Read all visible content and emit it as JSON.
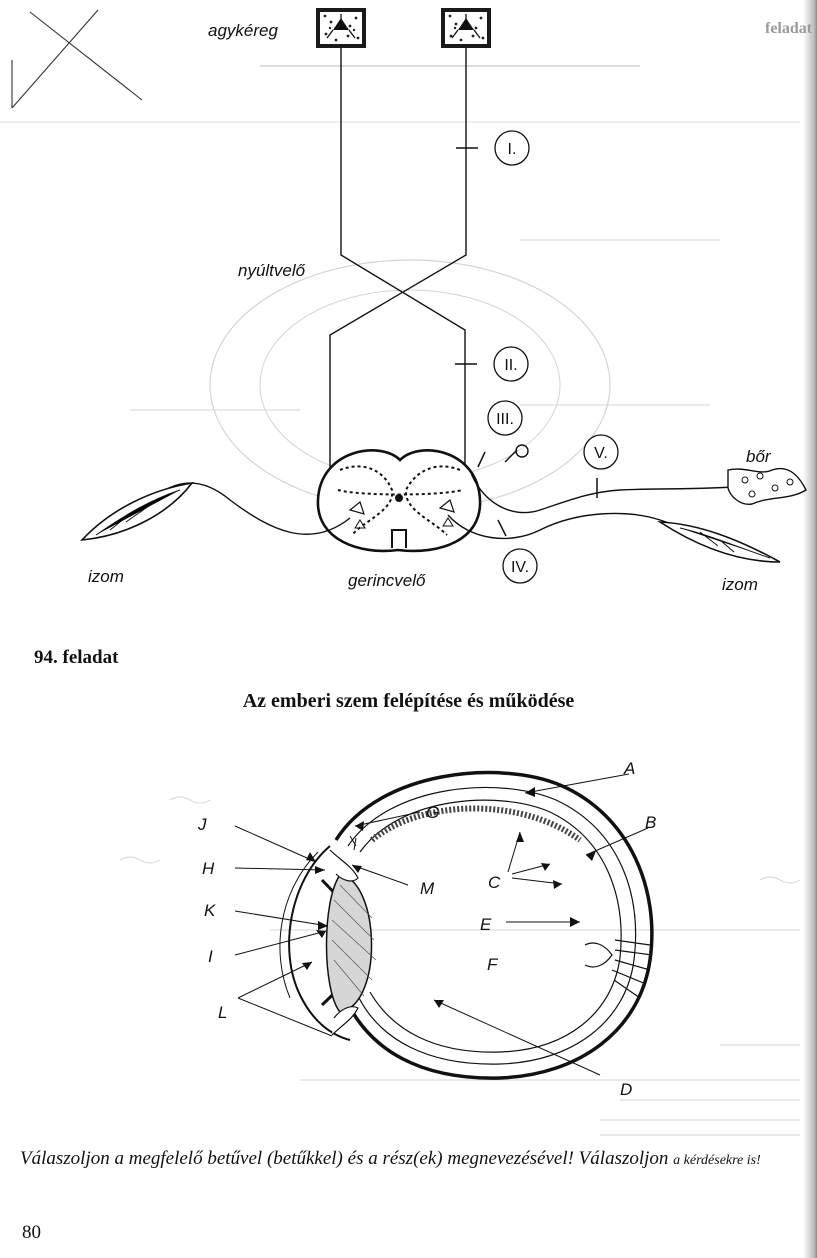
{
  "spinal_figure": {
    "labels": {
      "cortex": "agykéreg",
      "medulla": "nyúltvelő",
      "spinal_cord": "gerincvelő",
      "muscle_left": "izom",
      "muscle_right": "izom",
      "skin": "bőr"
    },
    "numerals": [
      "I.",
      "II.",
      "III.",
      "IV.",
      "V."
    ]
  },
  "task": {
    "heading": "94. feladat",
    "title": "Az emberi szem felépítése és működése"
  },
  "eye_figure": {
    "labels": [
      "A",
      "B",
      "C",
      "D",
      "E",
      "F",
      "G",
      "H",
      "I",
      "J",
      "K",
      "L",
      "M"
    ]
  },
  "instructions": {
    "text": "Válaszoljon a megfelelő betűvel (betűkkel) és a rész(ek) megnevezésével! Válaszoljon",
    "tail": "a kérdésekre is!"
  },
  "page_number": "80",
  "edge_text": "feladat",
  "colors": {
    "ink": "#111111",
    "ghost": "#c8c8c8",
    "paper": "#ffffff"
  }
}
